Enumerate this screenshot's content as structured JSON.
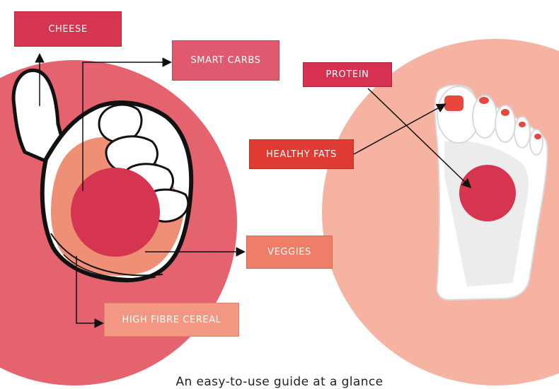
{
  "labels": {
    "cheese": "CHEESE",
    "smart_carbs": "SMART CARBS",
    "protein": "PROTEIN",
    "healthy_fats": "HEALTHY FATS",
    "veggies": "VEGGIES",
    "high_fibre_cereal": "HIGH FIBRE CEREAL"
  },
  "caption": "An easy-to-use guide at a glance",
  "colors": {
    "left_circle": "#e4636f",
    "right_circle": "#f6b3a2",
    "palm_zone": "#ef8f76",
    "portion_dot": "#d6354f",
    "nail_red": "#e8473b"
  }
}
